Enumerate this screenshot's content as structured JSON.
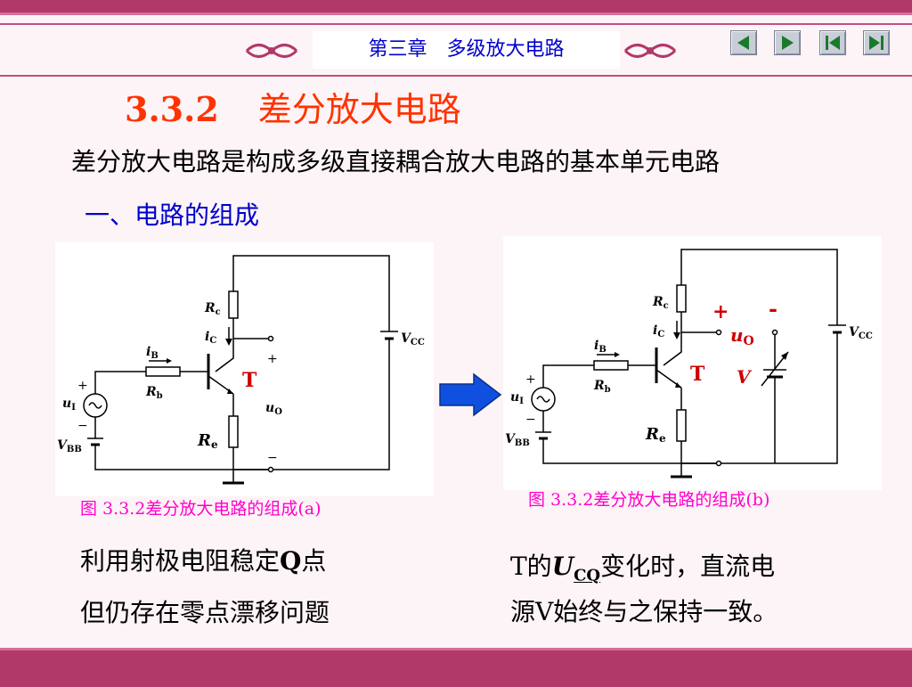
{
  "header": {
    "chapter": "第三章　多级放大电路",
    "nav": [
      {
        "name": "prev-arrow-icon"
      },
      {
        "name": "next-arrow-icon"
      },
      {
        "name": "first-page-icon"
      },
      {
        "name": "last-page-icon"
      }
    ]
  },
  "section": {
    "number": "3.3.2",
    "title": "差分放大电路"
  },
  "subtitle": "差分放大电路是构成多级直接耦合放大电路的基本单元电路",
  "heading": "一、电路的组成",
  "figure_a": {
    "caption": "图 3.3.2差分放大电路的组成(a)",
    "labels": {
      "Rc": "R",
      "Rc_sub": "c",
      "iC": "i",
      "iC_sub": "C",
      "iB": "i",
      "iB_sub": "B",
      "Rb": "R",
      "Rb_sub": "b",
      "Re": "R",
      "Re_sub": "e",
      "T": "T",
      "uI": "u",
      "uI_sub": "I",
      "uO": "u",
      "uO_sub": "O",
      "VBB": "V",
      "VBB_sub": "BB",
      "VCC": "V",
      "VCC_sub": "CC",
      "plus": "+",
      "minus": "−"
    }
  },
  "figure_b": {
    "caption": "图 3.3.2差分放大电路的组成(b)",
    "labels": {
      "Rc": "R",
      "Rc_sub": "c",
      "iC": "i",
      "iC_sub": "C",
      "iB": "i",
      "iB_sub": "B",
      "Rb": "R",
      "Rb_sub": "b",
      "Re": "R",
      "Re_sub": "e",
      "T": "T",
      "uI": "u",
      "uI_sub": "I",
      "uO": "u",
      "uO_sub": "O",
      "V": "V",
      "VBB": "V",
      "VBB_sub": "BB",
      "VCC": "V",
      "VCC_sub": "CC",
      "plus": "+",
      "minus": "-",
      "minus2": "−"
    }
  },
  "notes": {
    "line1_prefix": "利用射极电阻稳定",
    "line1_q": "Q",
    "line1_suffix": "点",
    "line2": "但仍存在零点漂移问题",
    "right_t": "T的",
    "right_u": "U",
    "right_sub": "CQ",
    "right_rest": "变化时，直流电",
    "right_line2": "源V始终与之保持一致。"
  },
  "colors": {
    "bar": "#b0396a",
    "title": "#ff3300",
    "heading": "#0000cc",
    "caption": "#ff00cc",
    "arrow": "#1050e0"
  }
}
